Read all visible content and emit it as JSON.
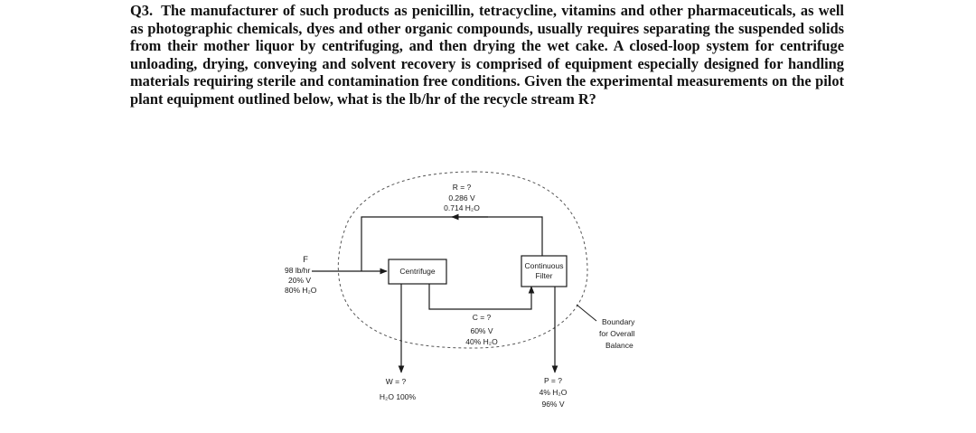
{
  "question": {
    "number": "Q3.",
    "text": "The manufacturer of such products as penicillin, tetracycline, vitamins and other pharmaceuticals, as well as photographic chemicals, dyes and other organic compounds, usually requires separating the suspended solids from their mother liquor by centrifuging, and then drying the wet cake. A closed-loop system for centrifuge unloading, drying, conveying and solvent recovery is comprised of equipment especially designed for handling materials requiring sterile and contamination free conditions. Given the experimental measurements on the pilot plant equipment outlined below, what is the lb/hr of the recycle stream R?"
  },
  "diagram": {
    "feed": {
      "label": "F",
      "rate": "98 lb/hr",
      "comp1": "20% V",
      "comp2": "80% H₂O"
    },
    "recycle": {
      "label": "R = ?",
      "comp1": "0.286 V",
      "comp2": "0.714 H₂O"
    },
    "centrifuge": {
      "label": "Centrifuge"
    },
    "filter": {
      "line1": "Continuous",
      "line2": "Filter"
    },
    "cake": {
      "label": "C = ?",
      "comp1": "60% V",
      "comp2": "40% H₂O"
    },
    "water": {
      "label": "W = ?",
      "comp1": "H₂O 100%"
    },
    "product": {
      "label": "P = ?",
      "comp1": "4% H₂O",
      "comp2": "96% V"
    },
    "boundary": {
      "line1": "Boundary",
      "line2": "for Overall",
      "line3": "Balance"
    }
  }
}
